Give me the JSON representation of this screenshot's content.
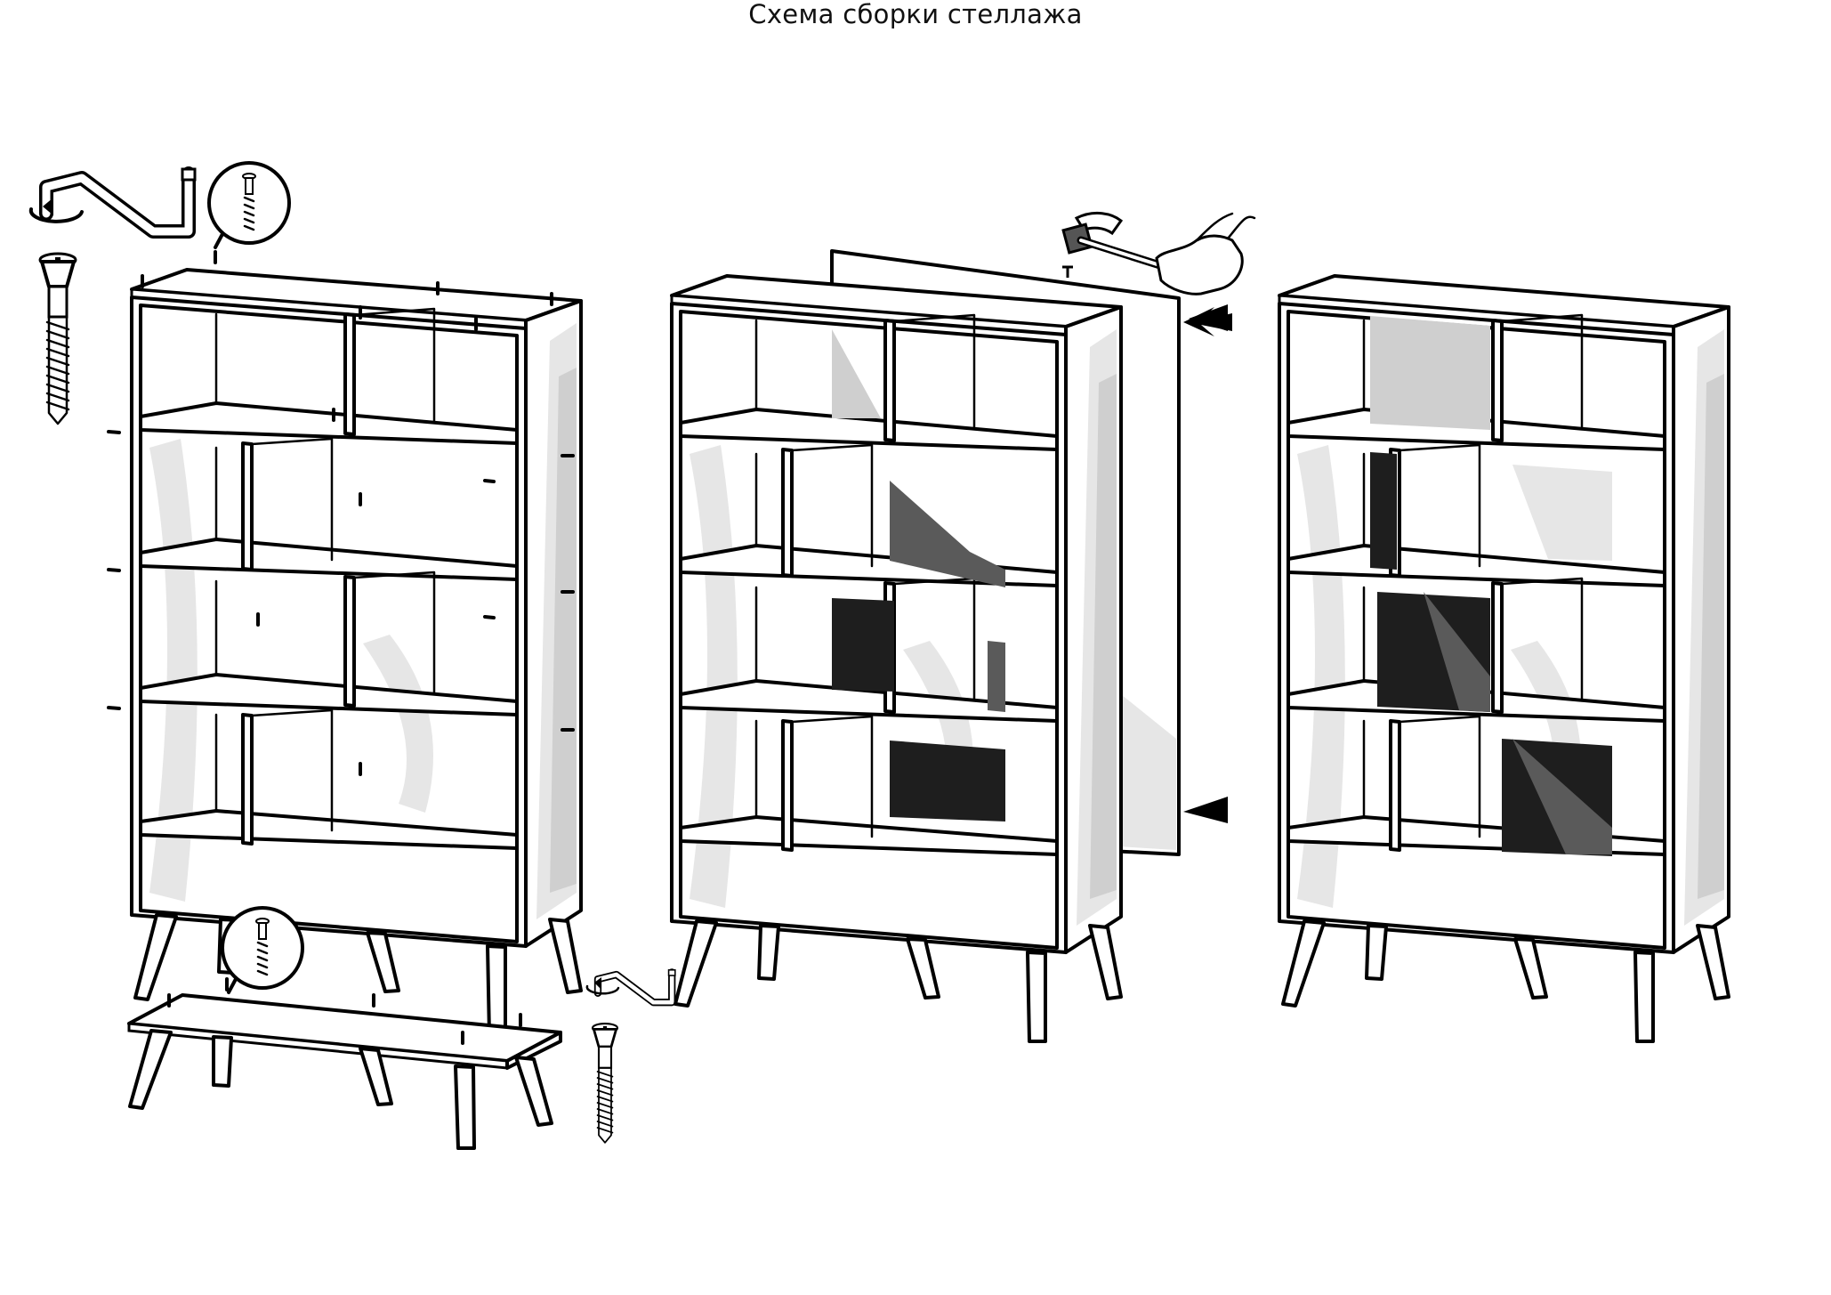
{
  "title": "Схема сборки стеллажа",
  "steps": [
    {
      "name": "step-1-frame-and-base",
      "parts": [
        "hex-key-icon",
        "confirmat-screw-icon",
        "screw-zoom-icon"
      ]
    },
    {
      "name": "step-2-back-panel",
      "parts": [
        "hammer-icon",
        "nail-icon",
        "arrow-icon"
      ]
    },
    {
      "name": "step-3-assembled",
      "parts": []
    }
  ],
  "colors": {
    "line": "#000000",
    "shade": "#cfcfcf",
    "dark": "#1e1e1e",
    "background": "#ffffff"
  }
}
